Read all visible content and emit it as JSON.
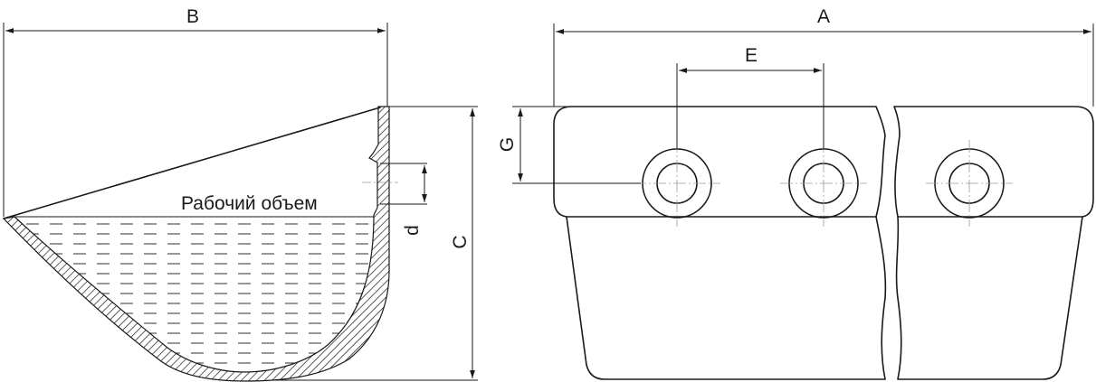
{
  "side_view": {
    "dim_width_label": "B",
    "dim_height_label": "C",
    "dim_hole_label": "d",
    "volume_caption": "Рабочий объем"
  },
  "front_view": {
    "dim_length_label": "A",
    "dim_hole_spacing_label": "E",
    "dim_hole_offset_label": "G",
    "hole_count": 3
  },
  "colors": {
    "line": "#1a1a1a",
    "centerline": "#9a9a9a",
    "background": "#ffffff"
  }
}
